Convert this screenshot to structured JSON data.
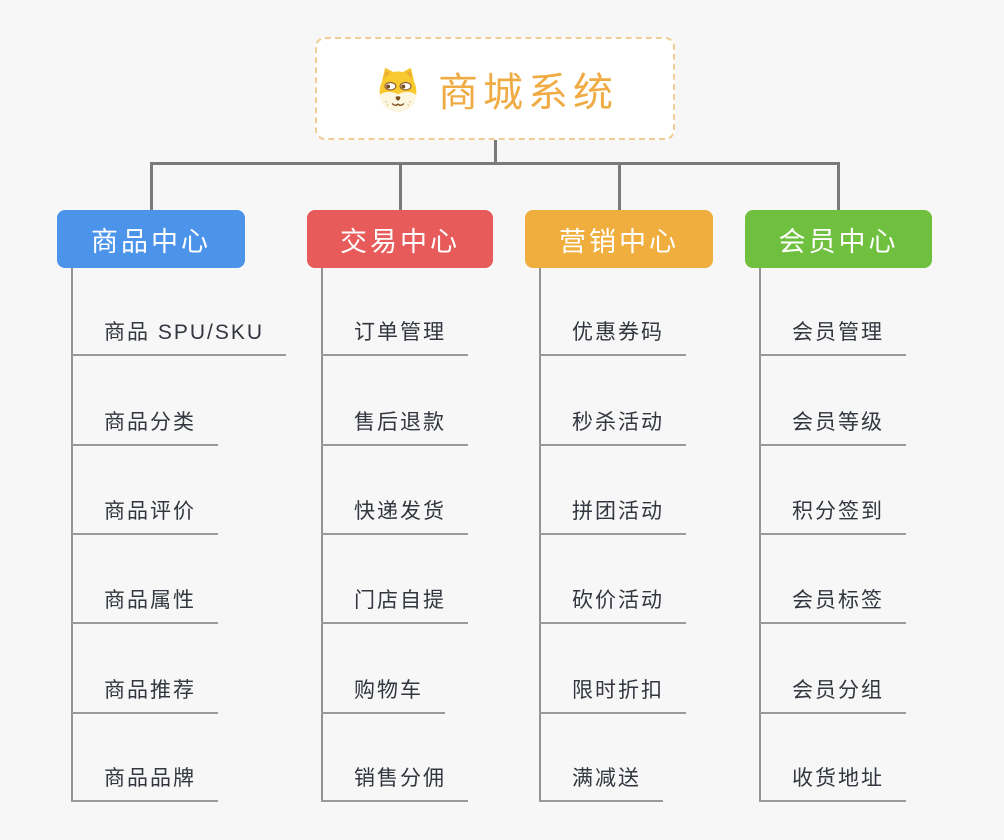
{
  "root": {
    "title": "商城系统",
    "icon": "shiba-dog-icon",
    "title_color": "#EFAC45",
    "border_color": "#F0CD96"
  },
  "colors": {
    "background": "#F7F7F7",
    "connector": "#7A7A7A",
    "item_line": "#9A9A9A",
    "item_text": "#32363E",
    "header_text": "#FFFFFF"
  },
  "branches": [
    {
      "label": "商品中心",
      "color": "#4B94EA",
      "items": [
        "商品 SPU/SKU",
        "商品分类",
        "商品评价",
        "商品属性",
        "商品推荐",
        "商品品牌"
      ]
    },
    {
      "label": "交易中心",
      "color": "#E75B5B",
      "items": [
        "订单管理",
        "售后退款",
        "快递发货",
        "门店自提",
        "购物车",
        "销售分佣"
      ]
    },
    {
      "label": "营销中心",
      "color": "#EFAE3D",
      "items": [
        "优惠券码",
        "秒杀活动",
        "拼团活动",
        "砍价活动",
        "限时折扣",
        "满减送"
      ]
    },
    {
      "label": "会员中心",
      "color": "#70C040",
      "items": [
        "会员管理",
        "会员等级",
        "积分签到",
        "会员标签",
        "会员分组",
        "收货地址"
      ]
    }
  ]
}
